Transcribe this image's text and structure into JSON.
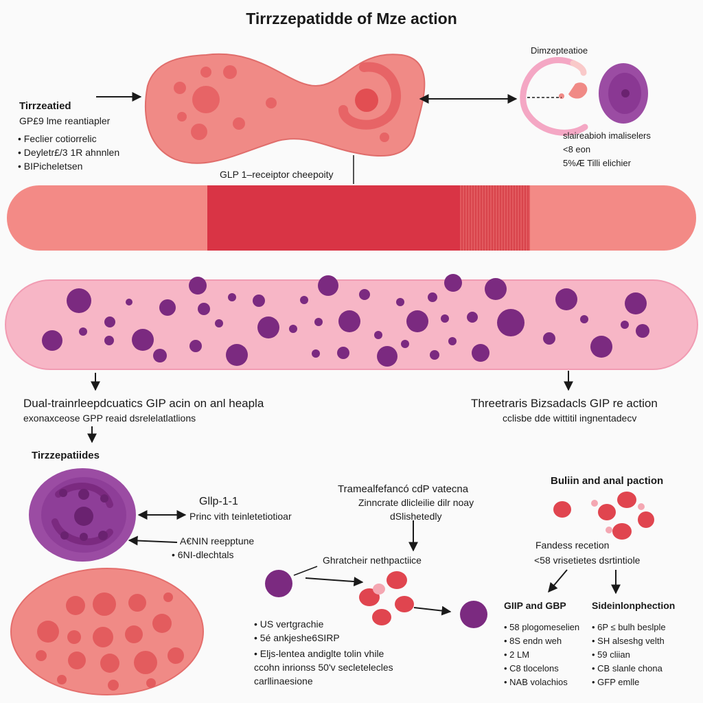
{
  "title": "Tirrzzepatidde of Mze action",
  "left_panel": {
    "heading": "Tirrzeatied",
    "subheading": "GP£9 lme reantiapler",
    "bullets": [
      "• Feclier cotiorrelic",
      "• Deyletr£/3 1R ahnnlen",
      "• BIPicheletsen"
    ]
  },
  "right_panel": {
    "heading": "Dimzepteatioe",
    "lines": [
      "slaireabioh imaliselers",
      "<8 eon",
      "5%Æ Tilli elichier"
    ]
  },
  "receptor_label": "GLP 1–receiptor cheepoity",
  "dual_section": {
    "heading": "Dual-trainrleepdcuatics GIP acin on anl heapla",
    "sub": "exonaxceose GPP reaid dsrelelatlatlions"
  },
  "three_section": {
    "heading": "Threetraris Bizsadacls GIP re action",
    "sub": "cclisbe dde wittitil ingnentadecv"
  },
  "tirz_section": {
    "heading": "Tirzzepatiides"
  },
  "glp_section": {
    "label": "Gllp-1-1",
    "line1": "Princ vith teinletetiotioar",
    "line2": "A€NIN reepptune",
    "line3": "• 6NI-dlechtals"
  },
  "center_section": {
    "heading": "Tramealfefancó cdP vatecna",
    "line1": "Zinncrate dlicleilie dilr noay",
    "line2": "dSlishetedly",
    "sub_heading": "Ghratcheir nethpactiice"
  },
  "bottom_left": {
    "bullets": [
      "• US vertgrachie",
      "• 5é ankjeshe6SIRP"
    ],
    "para": [
      "• Eljs-lentea andiglte tolin vhile",
      "ccohn inrionss 50'v secletelecles",
      "carllinaesione"
    ]
  },
  "right_lower": {
    "heading": "Buliin and anal paction",
    "line1": "Fandess recetion",
    "line2": "<58 vrisetietes dsrtintiole"
  },
  "gip_col": {
    "heading": "GIIP and GBP",
    "items": [
      "• 58 plogomeselien",
      "• 8S endn weh",
      "• 2 LM",
      "• C8 tlocelons",
      "• NAB volachios"
    ]
  },
  "side_col": {
    "heading": "Sideinlonphection",
    "items": [
      "• 6P ≤ bulh beslple",
      "• SH alseshg velth",
      "• 59 cliian",
      "• CB slanle chona",
      "• GFP emlle"
    ]
  },
  "colors": {
    "cell_pink": "#f08a86",
    "tube_pink": "#f7b6c6",
    "band_red": "#d93445",
    "granule_purple": "#7b2a80",
    "rbc_red": "#e0454f"
  }
}
